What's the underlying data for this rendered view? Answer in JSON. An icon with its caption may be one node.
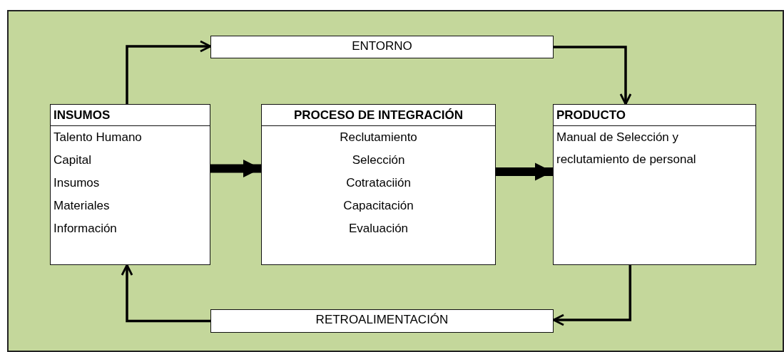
{
  "diagram": {
    "nodes": [
      {
        "text": [
          "ENTORNO"
        ]
      },
      {
        "text": [
          "INSUMOS",
          "Talento Humano",
          "Capital",
          "Insumos",
          "Materiales",
          "Información"
        ]
      },
      {
        "text": [
          "PROCESO DE INTEGRACIÓN",
          "Reclutamiento",
          "Selección",
          "Cotrataciión",
          "Capacitación",
          "Evaluación"
        ]
      },
      {
        "text": [
          "PRODUCTO",
          "Manual de Selección y reclutamiento de personal"
        ]
      },
      {
        "text": [
          "RETROALIMENTACIÓN"
        ]
      }
    ],
    "edges": [
      {
        "from": 1,
        "to": 0,
        "arrow": "to"
      },
      {
        "from": 0,
        "to": 3,
        "arrow": "to"
      },
      {
        "from": 1,
        "to": 2,
        "arrow": "to",
        "style": "thick"
      },
      {
        "from": 2,
        "to": 3,
        "arrow": "to",
        "style": "thick"
      },
      {
        "from": 3,
        "to": 4,
        "arrow": "to"
      },
      {
        "from": 4,
        "to": 1,
        "arrow": "to"
      }
    ]
  }
}
